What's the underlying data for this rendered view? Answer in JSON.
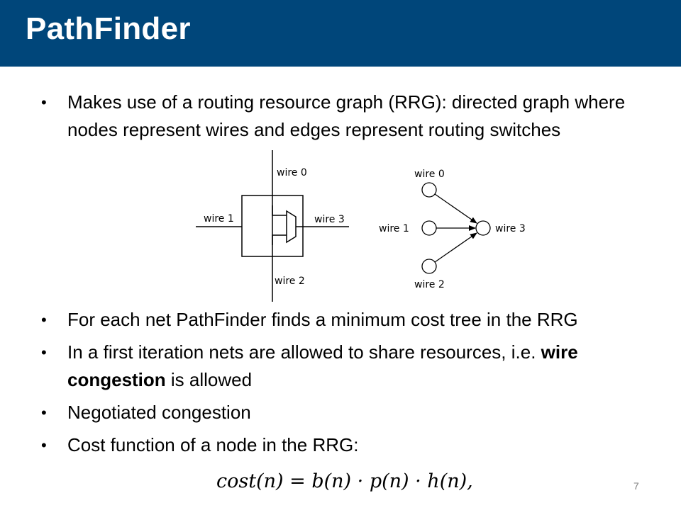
{
  "slide": {
    "title": "PathFinder",
    "page_number": "7"
  },
  "bullets": [
    {
      "text": "Makes use of a routing resource graph (RRG): directed graph where nodes represent wires and edges represent routing switches"
    },
    {
      "text": "For each net PathFinder finds a minimum cost tree in the RRG"
    },
    {
      "parts": [
        "In a first iteration nets are allowed to share resources, i.e. ",
        "wire congestion",
        " is allowed"
      ]
    },
    {
      "text": "Negotiated congestion"
    },
    {
      "text": "Cost function of a node in the RRG:"
    }
  ],
  "switch_diagram": {
    "wire0": "wire 0",
    "wire1": "wire 1",
    "wire2": "wire 2",
    "wire3": "wire 3"
  },
  "rrg_diagram": {
    "wire0": "wire 0",
    "wire1": "wire 1",
    "wire2": "wire 2",
    "wire3": "wire 3"
  },
  "formula": "cost(n) = b(n) · p(n) · h(n),"
}
